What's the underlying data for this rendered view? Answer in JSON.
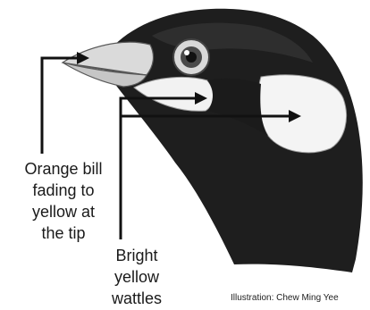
{
  "annotations": {
    "bill_label": "Orange bill\nfading to\nyellow at\nthe tip",
    "wattles_label": "Bright\nyellow\nwattles"
  },
  "credit": "Illustration: Chew Ming Yee",
  "colors": {
    "plumage": "#1c1c1c",
    "bill": "#d8d8d8",
    "wattle": "#f2f2f2",
    "arrow": "#111111"
  }
}
